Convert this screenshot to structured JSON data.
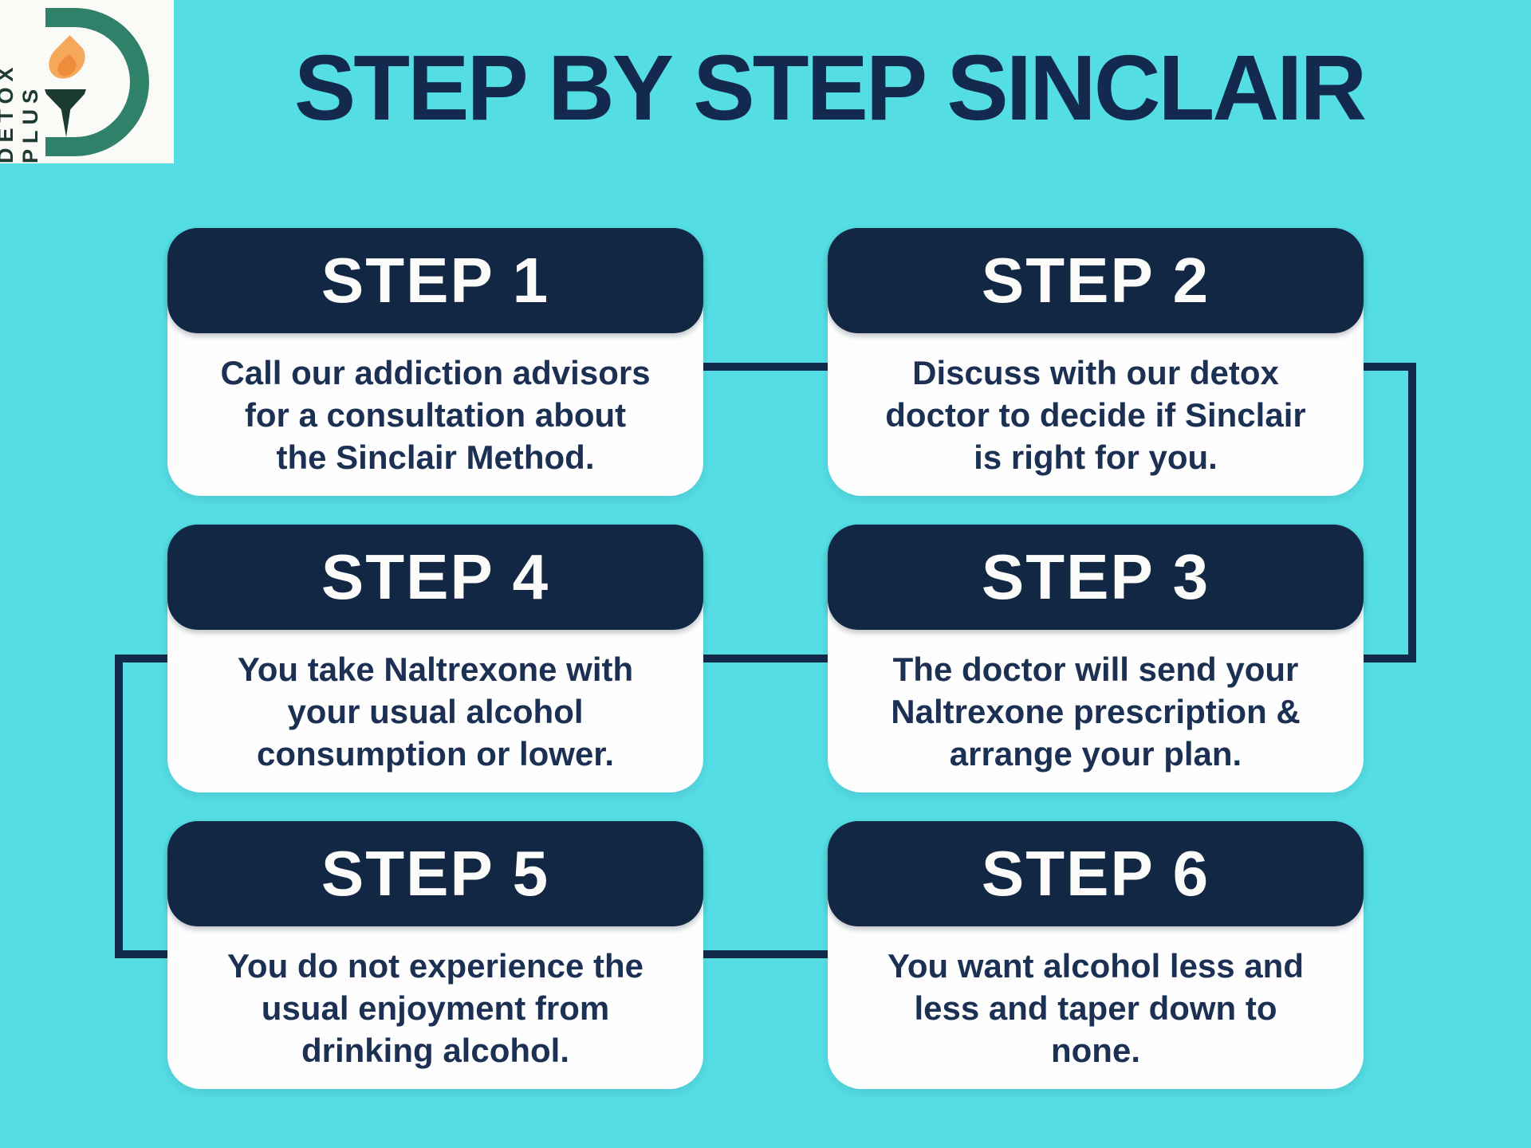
{
  "logo": {
    "brand": "DETOX PLUS",
    "monogram": "D"
  },
  "title": "STEP BY STEP SINCLAIR",
  "steps": [
    {
      "label": "STEP 1",
      "lines": [
        "Call our addiction advisors",
        "for a consultation about",
        "the Sinclair Method."
      ]
    },
    {
      "label": "STEP 2",
      "lines": [
        "Discuss with our detox",
        "doctor to decide if Sinclair",
        "is right for you."
      ]
    },
    {
      "label": "STEP 3",
      "lines": [
        "The doctor will send your",
        "Naltrexone prescription &",
        "arrange your plan."
      ]
    },
    {
      "label": "STEP 4",
      "lines": [
        "You take Naltrexone with",
        "your usual alcohol",
        "consumption or lower."
      ]
    },
    {
      "label": "STEP 5",
      "lines": [
        "You do not experience the",
        "usual enjoyment from",
        "drinking alcohol."
      ]
    },
    {
      "label": "STEP 6",
      "lines": [
        "You want alcohol less and",
        "less and taper down to",
        "none."
      ]
    }
  ],
  "colors": {
    "background": "#55DDE4",
    "navy": "#112744",
    "title_navy": "#132A4E",
    "connector_navy": "#122A4B",
    "card_white": "#FEFEFE",
    "body_text_navy": "#1B3053",
    "logo_green": "#2F8169",
    "torch_dark_green": "#1B3A32",
    "flame_orange": "#F5A85A",
    "flame_deep_orange": "#EE8C3B",
    "logo_background": "#FAFAF7"
  }
}
